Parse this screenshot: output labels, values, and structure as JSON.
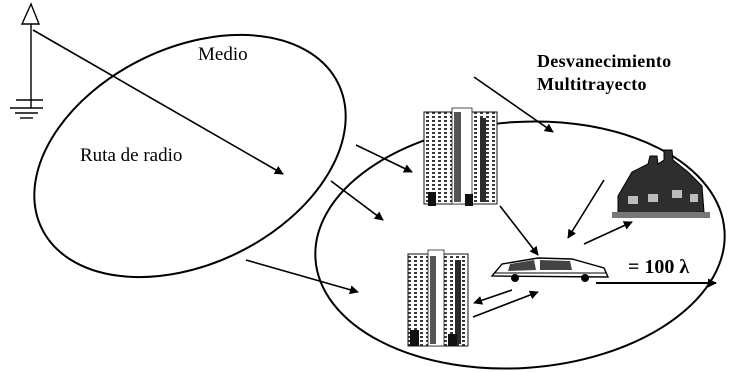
{
  "labels": {
    "medium": "Medio",
    "radio_path": "Ruta de radio",
    "fading_line1": "Desvanecimiento",
    "fading_line2": "Multitrayecto",
    "distance": "= 100 λ"
  },
  "icons": [
    "antenna-icon",
    "ground-icon",
    "building-icon",
    "car-icon",
    "house-icon"
  ],
  "colors": {
    "ink": "#000000",
    "background": "#ffffff"
  }
}
